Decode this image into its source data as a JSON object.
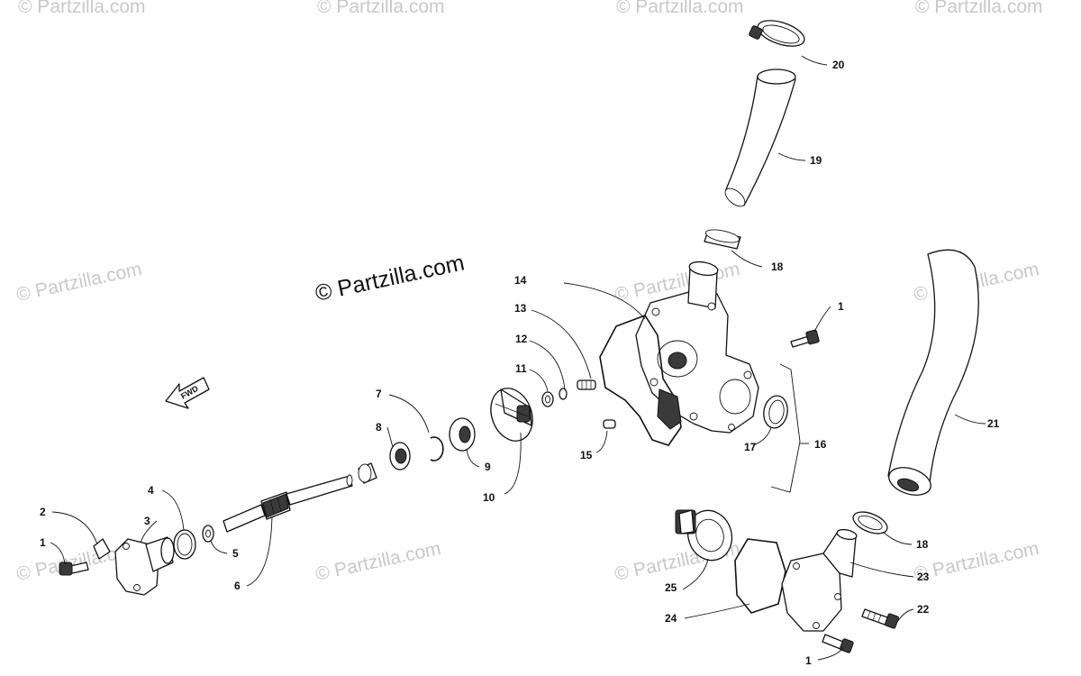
{
  "watermarks": {
    "main": "© Partzilla.com",
    "repeat": "© Partzilla.com"
  },
  "direction_label": "FWD",
  "callouts": {
    "c1a": "1",
    "c1b": "1",
    "c1c": "1",
    "c2": "2",
    "c3": "3",
    "c4": "4",
    "c5": "5",
    "c6": "6",
    "c7": "7",
    "c8": "8",
    "c9": "9",
    "c10": "10",
    "c11": "11",
    "c12": "12",
    "c13": "13",
    "c14": "14",
    "c15": "15",
    "c16": "16",
    "c17": "17",
    "c18a": "18",
    "c18b": "18",
    "c19": "19",
    "c20": "20",
    "c21": "21",
    "c22": "22",
    "c23": "23",
    "c24": "24",
    "c25": "25"
  }
}
